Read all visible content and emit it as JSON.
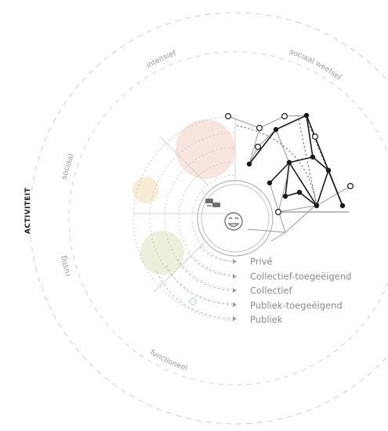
{
  "side_label": "ACTIVITEIT",
  "arc_labels": {
    "intensief": "intensief",
    "sociaal_weefsel": "sociaal weefsel",
    "sociaal": "sociaal",
    "rustig": "rustig",
    "functioneel": "functioneel"
  },
  "legend": [
    "Privé",
    "Collectief-toegeëigend",
    "Collectief",
    "Publiek-toegeëigend",
    "Publiek"
  ],
  "icons": [
    "smiley-icon",
    "chat-bubbles-icon"
  ],
  "colors": {
    "network": "#1a1a1a",
    "dashed_ring": "#c8c8c8",
    "dotted_ring": "#c7c7c7",
    "blob_pink": "#f2cfc7",
    "blob_yellow": "#f3e6c3",
    "blob_green": "#e6ebcd",
    "legend_text": "#8a8a8a"
  }
}
